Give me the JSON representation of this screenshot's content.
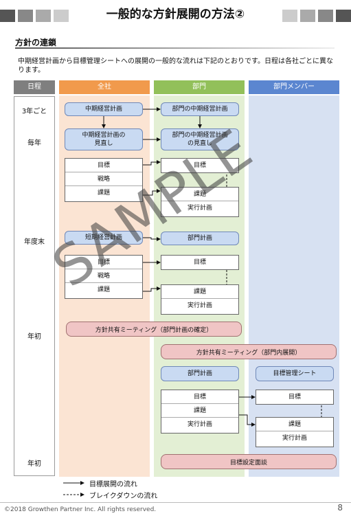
{
  "title": "一般的な方針展開の方法②",
  "section_title": "方針の連鎖",
  "intro": "中期経営計画から目標管理シートへの展開の一般的な流れは下記のとおりです。日程は各社ごとに異なります。",
  "columns": {
    "schedule": "日程",
    "company": "全社",
    "dept": "部門",
    "member": "部門メンバー"
  },
  "colors": {
    "schedule_header": "#7f7f7f",
    "company_header": "#f19a4c",
    "dept_header": "#92c05a",
    "member_header": "#5b86d0",
    "company_bg": "#fbe4d3",
    "dept_bg": "#e3efd4",
    "member_bg": "#d7e1f2"
  },
  "schedule": {
    "s1": "3年ごと",
    "s2": "毎年",
    "s3": "年度末",
    "s4": "年初",
    "s5": "年初"
  },
  "company": {
    "midterm": "中期経営計画",
    "midterm_review": "中期経営計画の\n見直し",
    "group1": [
      "目標",
      "戦略",
      "課題"
    ],
    "shortterm": "短期経営計画",
    "group2": [
      "目標",
      "戦略",
      "課題"
    ],
    "meeting": "方針共有ミーティング（部門計画の確定）"
  },
  "dept": {
    "midterm": "部門の中期経営計画",
    "midterm_review": "部門の中期経営計画\nの見直し",
    "goal1": "目標",
    "group1": [
      "課題",
      "実行計画"
    ],
    "plan": "部門計画",
    "goal2": "目標",
    "group2": [
      "課題",
      "実行計画"
    ],
    "meeting": "方針共有ミーティング（部門内展開）",
    "plan2": "部門計画",
    "group3": [
      "目標",
      "課題",
      "実行計画"
    ],
    "final": "目標設定面談"
  },
  "member": {
    "sheet": "目標管理シート",
    "goal": "目標",
    "group": [
      "課題",
      "実行計画"
    ]
  },
  "legend": {
    "solid": "目標展開の流れ",
    "dashed": "ブレイクダウンの流れ"
  },
  "watermark": "SAMPLE",
  "copyright": "©2018 Growthen Partner Inc. All rights reserved.",
  "page_number": "8"
}
